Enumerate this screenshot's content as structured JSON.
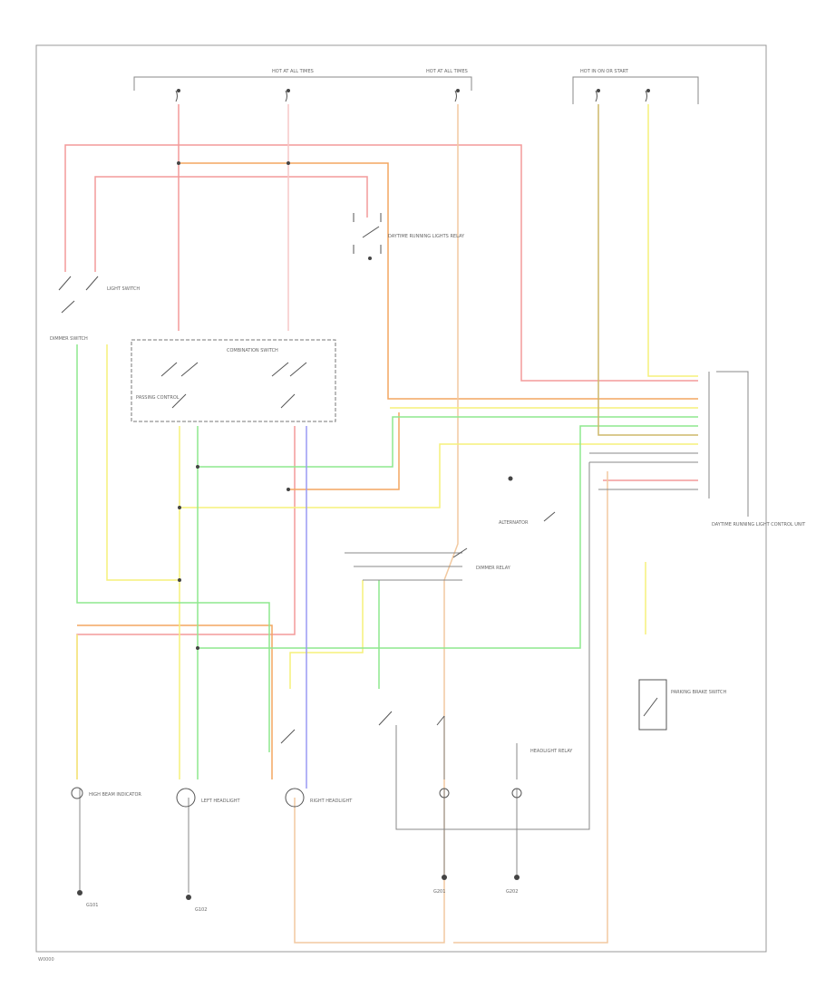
{
  "figure_code": "W0000",
  "colors": {
    "red": "#f49a9a",
    "orange": "#f4a660",
    "yellow": "#f5f07a",
    "green": "#8ee88e",
    "blue": "#9a9af4",
    "tan": "#f2c9a0",
    "olive": "#cdb86a",
    "outline": "#555555"
  },
  "components": {
    "fuse_block_left": "HOT AT ALL TIMES",
    "fuse_block_mid": "HOT AT ALL TIMES",
    "fuse_block_right": "HOT IN ON OR START",
    "dimmer_relay": "DAYTIME RUNNING LIGHTS RELAY",
    "light_switch": "LIGHT SWITCH",
    "dimmer_switch": "DIMMER SWITCH",
    "dimmer_control": "PASSING CONTROL",
    "combination_switch": "COMBINATION SWITCH",
    "dim_relay": "DIMMER RELAY",
    "drl_control_unit": "DAYTIME RUNNING LIGHT CONTROL UNIT",
    "alternator": "ALTERNATOR",
    "headlight_left": "LEFT HEADLIGHT",
    "headlight_right": "RIGHT HEADLIGHT",
    "hl_relay": "HEADLIGHT RELAY",
    "high_beam_ind": "HIGH BEAM INDICATOR",
    "parking_brake": "PARKING BRAKE SWITCH",
    "ground_1": "G101",
    "ground_2": "G102",
    "ground_3": "G201",
    "ground_4": "G202"
  }
}
